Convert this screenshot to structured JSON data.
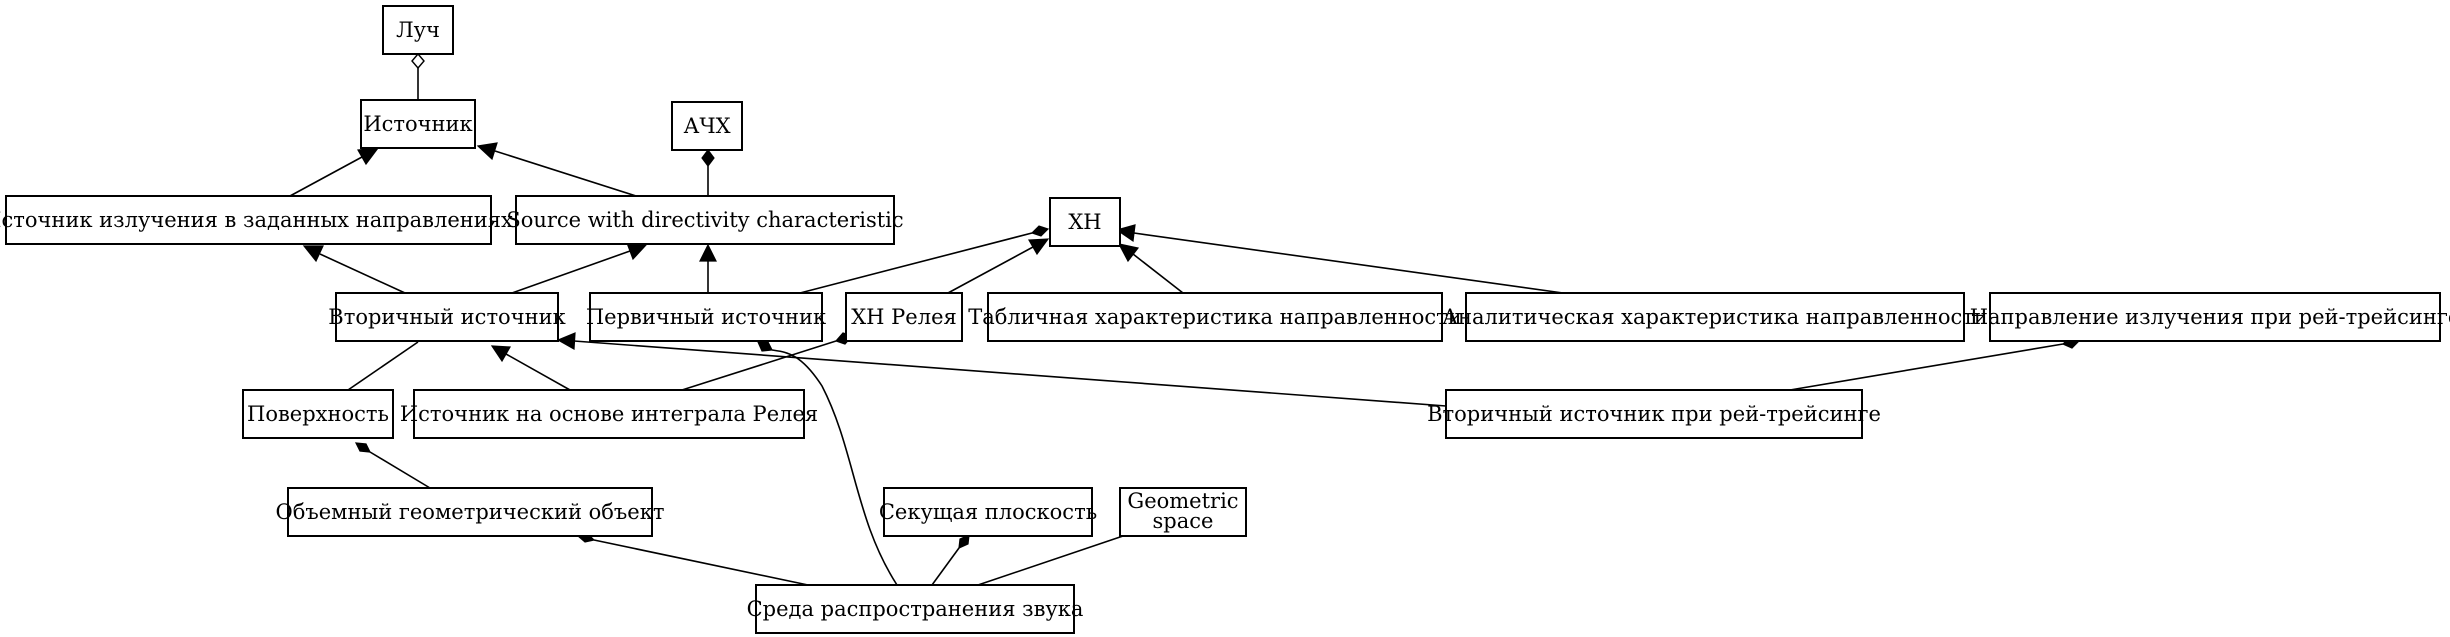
{
  "nodes": {
    "luch": "Луч",
    "istochnik": "Источник",
    "achh": "АЧХ",
    "hn": "ХН",
    "istochnik_napr": "Источник излучения в заданных направлениях",
    "source_dir": "Source with directivity characteristic",
    "vtorichny": "Вторичный источник",
    "pervichny": "Первичный источник",
    "hn_releya": "ХН Релея",
    "tabl_har": "Табличная характеристика направленности",
    "anal_har": "Аналитическая характеристика направленности",
    "napr_ray": "Направление излучения при рей-трейсинге",
    "poverhnost": "Поверхность",
    "ist_releya": "Источник на основе интеграла Релея",
    "vtor_ray": "Вторичный источник при рей-трейсинге",
    "obemny": "Объемный геометрический объект",
    "sekush": "Секущая плоскость",
    "geom_line1": "Geometric",
    "geom_line2": "space",
    "sreda": "Среда распространения звука"
  }
}
